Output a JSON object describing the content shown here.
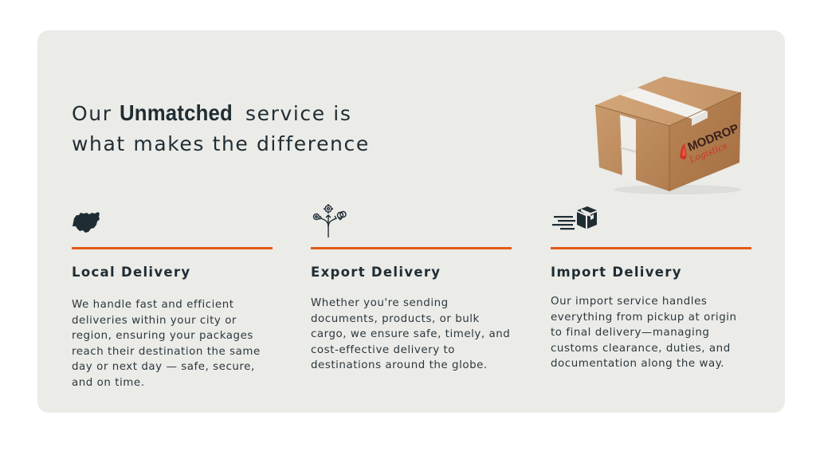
{
  "headline": {
    "prefix": "Our ",
    "emphasis": "Unmatched",
    "suffix": " service is",
    "line2": "what makes the difference"
  },
  "hero_image": {
    "brand_text": "MODROP",
    "brand_script": "Logistics",
    "icon": "package-box-illustration"
  },
  "accent_color": "#e55a17",
  "services": [
    {
      "icon": "nigeria-map-icon",
      "title": "Local Delivery",
      "description": "We handle fast and efficient deliveries within your city or region, ensuring your packages reach their destination the same day or next day — safe, secure, and on time."
    },
    {
      "icon": "export-network-icon",
      "title": "Export Delivery",
      "description": "Whether you're sending documents, products, or bulk cargo, we ensure safe, timely, and cost-effective delivery to destinations around the globe."
    },
    {
      "icon": "fast-box-icon",
      "title": "Import Delivery",
      "description": "Our import service handles everything from pickup at origin to final delivery—managing customs clearance, duties, and documentation along the way."
    }
  ]
}
